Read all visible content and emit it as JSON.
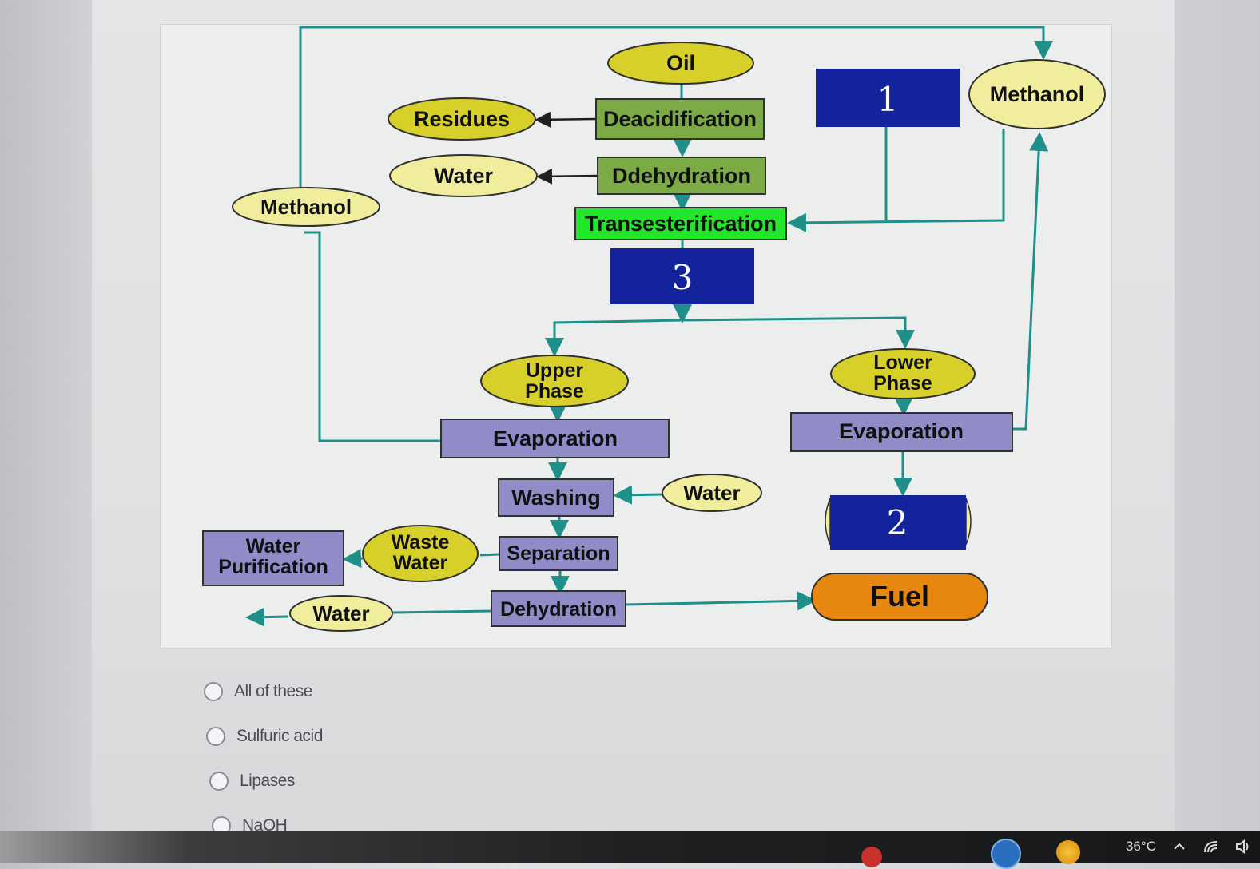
{
  "diagram": {
    "nodes": {
      "oil": "Oil",
      "residues": "Residues",
      "deacidification": "Deacidification",
      "water_top": "Water",
      "ddehydration": "Ddehydration",
      "methanol_left": "Methanol",
      "methanol_right": "Methanol",
      "box_1": "1",
      "transesterification": "Transesterification",
      "box_3": "3",
      "upper_phase_line1": "Upper",
      "upper_phase_line2": "Phase",
      "lower_phase_line1": "Lower",
      "lower_phase_line2": "Phase",
      "evaporation_left": "Evaporation",
      "evaporation_right": "Evaporation",
      "washing": "Washing",
      "water_washing": "Water",
      "box_2": "2",
      "water_purification_line1": "Water",
      "water_purification_line2": "Purification",
      "waste_water_line1": "Waste",
      "waste_water_line2": "Water",
      "separation": "Separation",
      "water_bottom": "Water",
      "dehydration": "Dehydration",
      "fuel": "Fuel"
    },
    "colors": {
      "arrow": "#1f8f8a",
      "ellipse_pale": "#f0ee9c",
      "ellipse_gold": "#d7cf2a",
      "box_green": "#7cab45",
      "box_bright_green": "#22e62a",
      "box_navy": "#13239c",
      "box_purple": "#8f8cc8",
      "fuel_orange": "#e8870f"
    }
  },
  "options": [
    {
      "label": "All of these"
    },
    {
      "label": "Sulfuric acid"
    },
    {
      "label": "Lipases"
    },
    {
      "label": "NaOH"
    }
  ],
  "taskbar": {
    "temperature": "36°C"
  }
}
